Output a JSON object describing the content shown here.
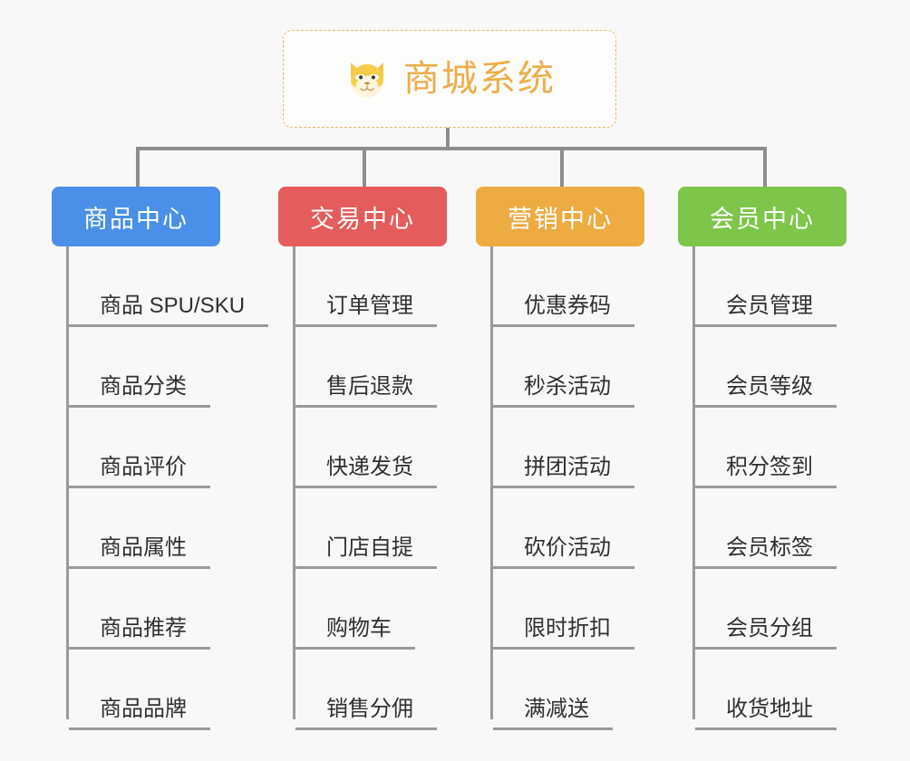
{
  "root": {
    "title": "商城系统",
    "emoji_name": "shiba-dog-face",
    "accent_color": "#eead4a",
    "border_color": "#ecb96a"
  },
  "branches": [
    {
      "label": "商品中心",
      "color": "#4a90e8",
      "items": [
        "商品 SPU/SKU",
        "商品分类",
        "商品评价",
        "商品属性",
        "商品推荐",
        "商品品牌"
      ]
    },
    {
      "label": "交易中心",
      "color": "#e55c5c",
      "items": [
        "订单管理",
        "售后退款",
        "快递发货",
        "门店自提",
        "购物车",
        "销售分佣"
      ]
    },
    {
      "label": "营销中心",
      "color": "#eeab42",
      "items": [
        "优惠券码",
        "秒杀活动",
        "拼团活动",
        "砍价活动",
        "限时折扣",
        "满减送"
      ]
    },
    {
      "label": "会员中心",
      "color": "#7dc64a",
      "items": [
        "会员管理",
        "会员等级",
        "积分签到",
        "会员标签",
        "会员分组",
        "收货地址"
      ]
    }
  ],
  "theme": {
    "background": "#f8f8f8",
    "connector_color": "#8d8d8d",
    "trunk_color": "#9a9a9a",
    "leaf_text_color": "#2f3033"
  }
}
